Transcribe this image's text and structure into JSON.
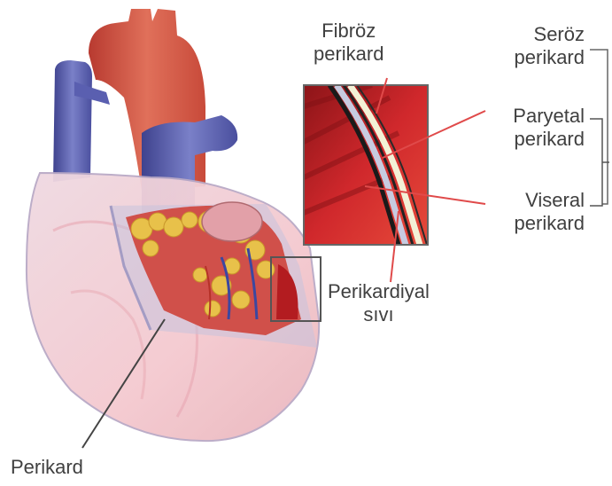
{
  "labels": {
    "fibroz": {
      "line1": "Fibröz",
      "line2": "perikard"
    },
    "seroz": {
      "line1": "Seröz",
      "line2": "perikard"
    },
    "paryetal": {
      "line1": "Paryetal",
      "line2": "perikard"
    },
    "viseral": {
      "line1": "Viseral",
      "line2": "perikard"
    },
    "perikardiyal": {
      "line1": "Perikardiyal",
      "line2": "sıvı"
    },
    "perikard": "Perikard"
  },
  "colors": {
    "label_text": "#404040",
    "leader_line_red": "#e04a4a",
    "leader_line_dark": "#444444",
    "bracket": "#555555",
    "muscle": "#c4262a",
    "aorta": "#d65a4a",
    "vein": "#5a5fb0",
    "fat": "#e8c14a",
    "pericardium_sac": "#f2d4dc"
  }
}
